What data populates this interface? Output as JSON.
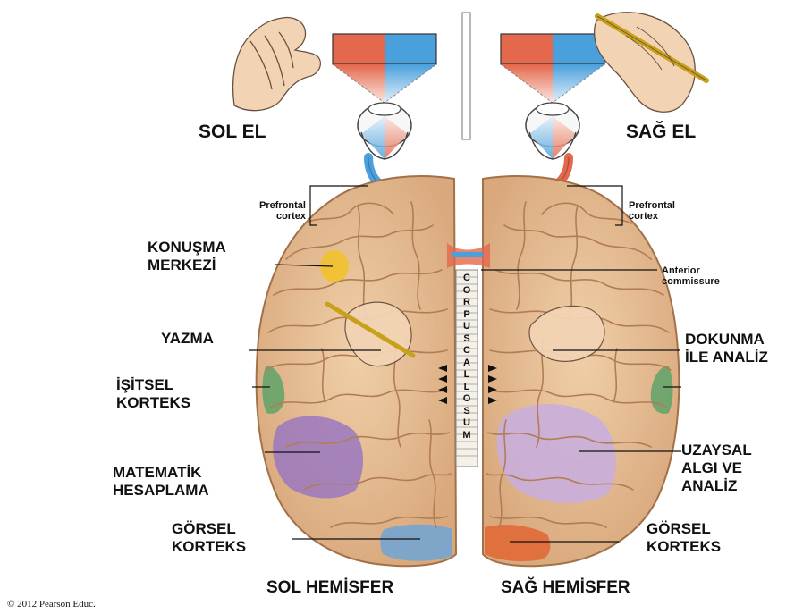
{
  "labels": {
    "sol_el": "SOL EL",
    "sag_el": "SAĞ EL",
    "prefrontal_left": [
      "Prefrontal",
      "cortex"
    ],
    "prefrontal_right": [
      "Prefrontal",
      "cortex"
    ],
    "konusma": [
      "KONUŞMA",
      "MERKEZİ"
    ],
    "anterior": [
      "Anterior",
      "commissure"
    ],
    "yazma": "YAZMA",
    "dokunma": [
      "DOKUNMA",
      "İLE ANALİZ"
    ],
    "isitsel": [
      "İŞİTSEL",
      "KORTEKS"
    ],
    "matematik": [
      "MATEMATİK",
      "HESAPLAMA"
    ],
    "uzaysal": [
      "UZAYSAL",
      "ALGI VE",
      "ANALİZ"
    ],
    "gorsel_left": [
      "GÖRSEL",
      "KORTEKS"
    ],
    "gorsel_right": [
      "GÖRSEL",
      "KORTEKS"
    ],
    "sol_hemisfer": "SOL HEMİSFER",
    "sag_hemisfer": "SAĞ HEMİSFER",
    "corpus_callosum": [
      "C",
      "O",
      "R",
      "P",
      "U",
      "S",
      " ",
      "C",
      "A",
      "L",
      "L",
      "O",
      "S",
      "U",
      "M"
    ],
    "copyright": "© 2012 Pearson Educ."
  },
  "colors": {
    "brain": "#e9c39b",
    "brain_fold": "#b07d55",
    "red_field": "#e4684c",
    "blue_field": "#4aa0dc",
    "speech": "#f2c21e",
    "auditory": "#5ea36a",
    "math": "#9a78c0",
    "spatial": "#c9aedc",
    "visual_left": "#7fa6c8",
    "visual_right": "#e0703e"
  }
}
